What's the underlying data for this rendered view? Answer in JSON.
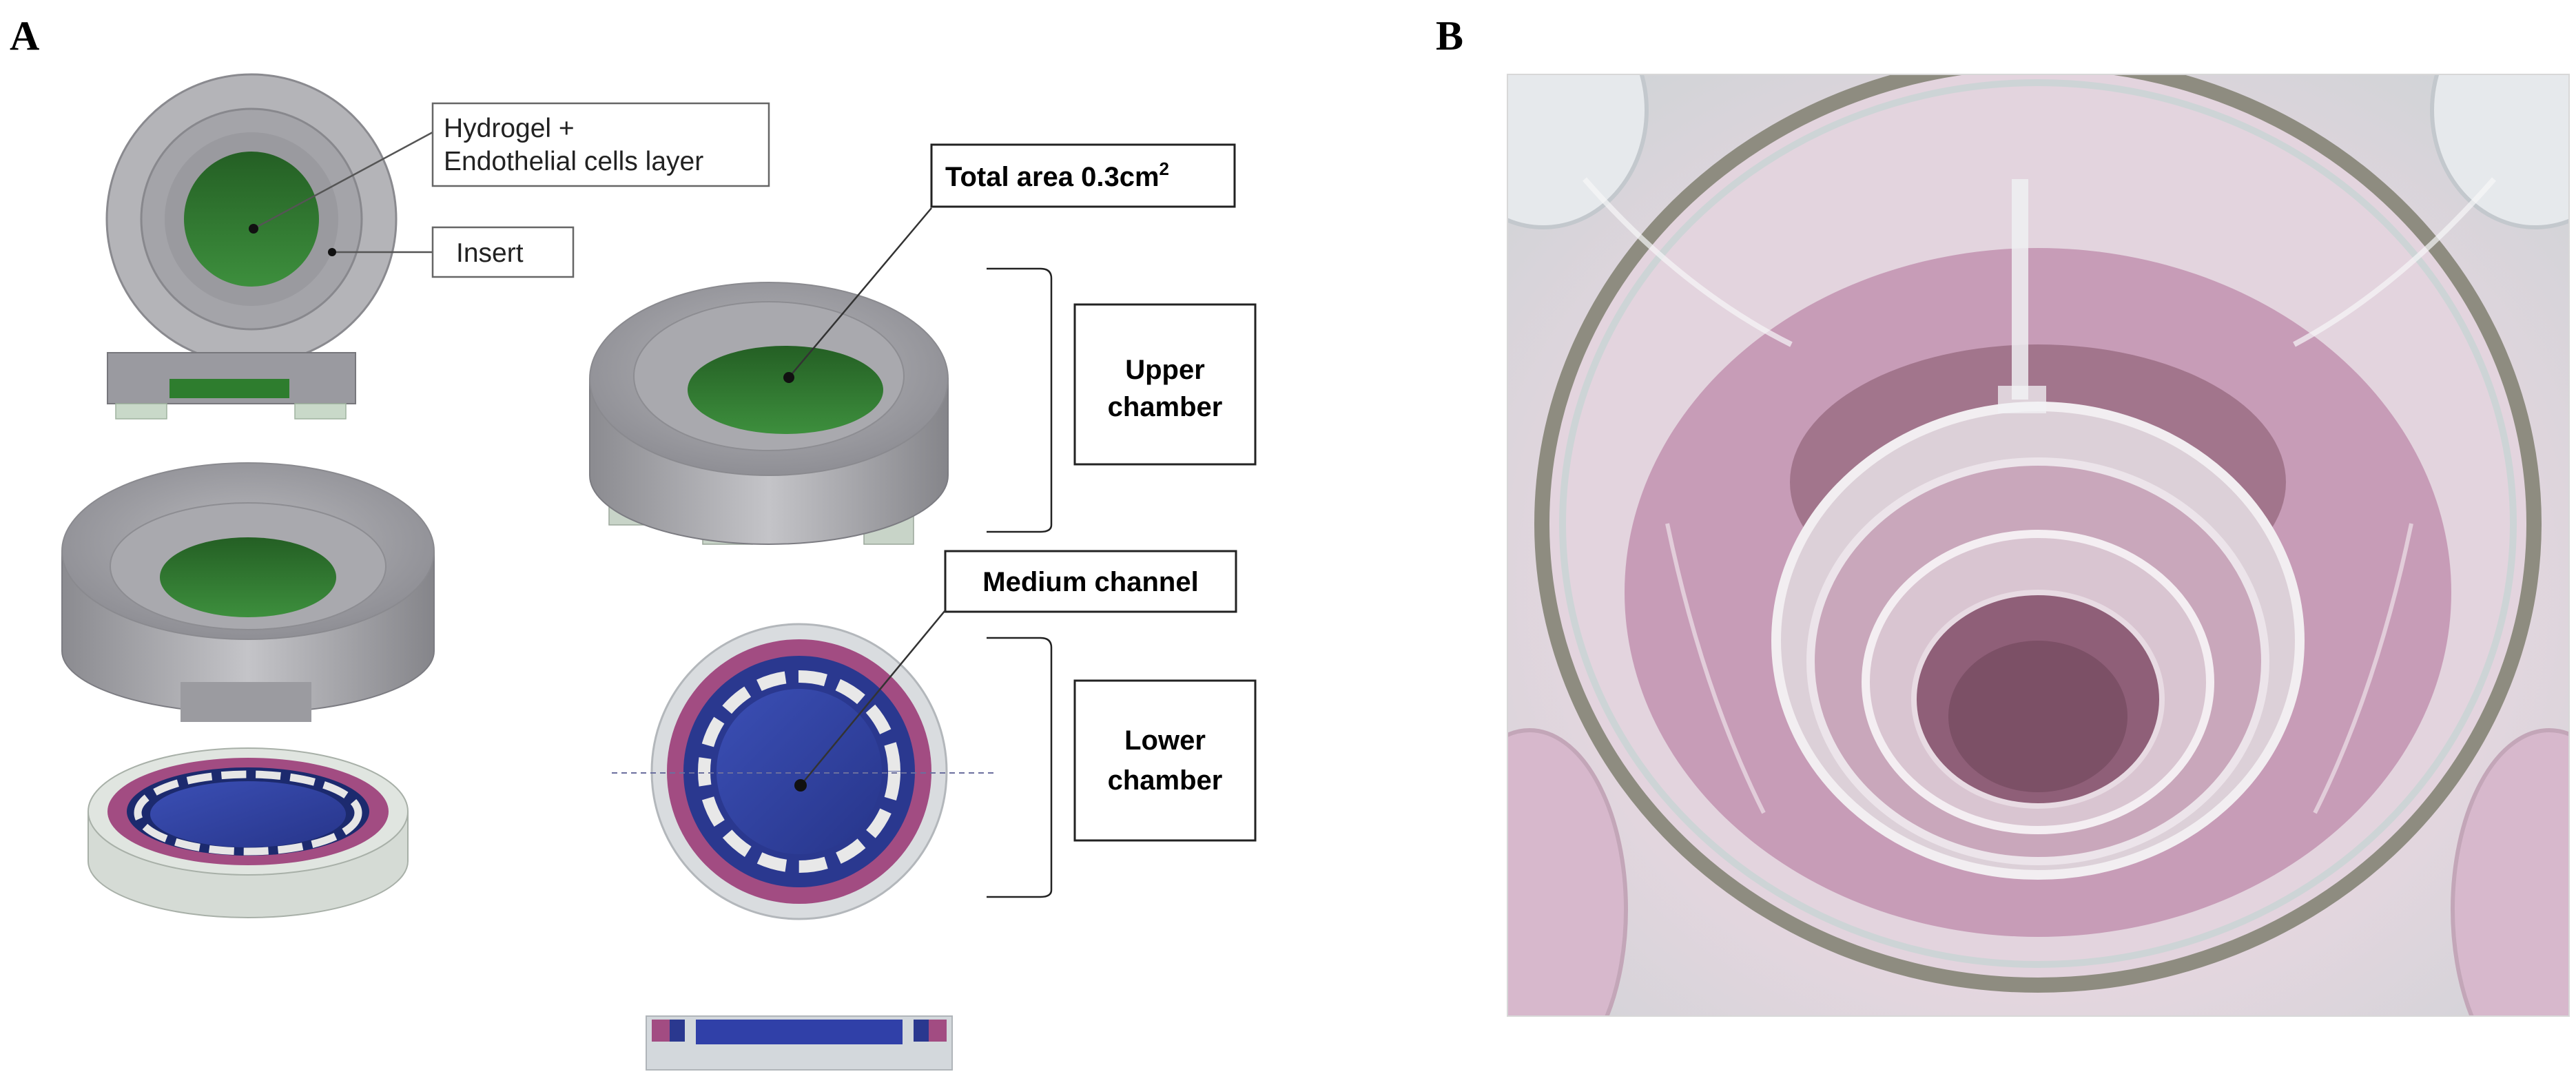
{
  "panels": {
    "a": {
      "letter": "A"
    },
    "b": {
      "letter": "B"
    }
  },
  "labels": {
    "hydrogel_line1": "Hydrogel +",
    "hydrogel_line2": "Endothelial cells layer",
    "insert": "Insert",
    "total_area_text": "Total area 0.3cm",
    "total_area_sup": "2",
    "upper_line1": "Upper",
    "upper_line2": "chamber",
    "medium_channel": "Medium channel",
    "lower_line1": "Lower",
    "lower_line2": "chamber"
  },
  "colors": {
    "insert_grey": "#9e9ea4",
    "hydrogel_green": "#2e7d2e",
    "chamber_blue": "#2f3fa0",
    "channel_magenta": "#a24c82",
    "base_light": "#d7ddd7",
    "photo_pink": "#c9a2bd"
  }
}
